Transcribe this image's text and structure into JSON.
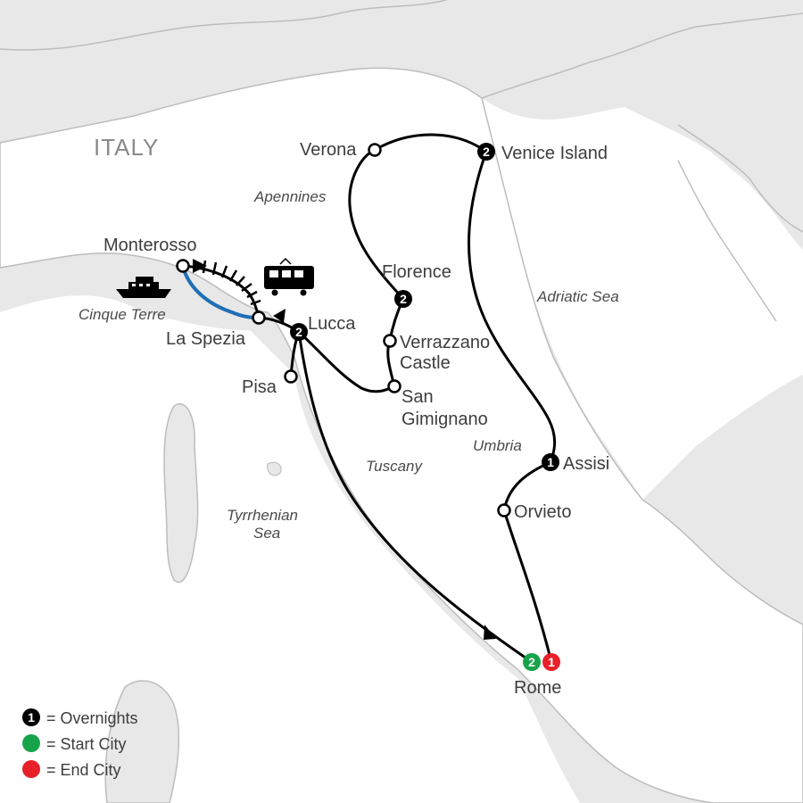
{
  "map": {
    "country_label": "ITALY",
    "regions": {
      "apennines": "Apennines",
      "adriatic": "Adriatic Sea",
      "umbria": "Umbria",
      "tuscany": "Tuscany",
      "tyrrhenian_1": "Tyrrhenian",
      "tyrrhenian_2": "Sea",
      "cinque_terre": "Cinque Terre"
    },
    "cities": {
      "verona": "Verona",
      "venice": "Venice Island",
      "monterosso": "Monterosso",
      "florence": "Florence",
      "lucca": "Lucca",
      "la_spezia": "La Spezia",
      "pisa": "Pisa",
      "verrazzano_1": "Verrazzano",
      "verrazzano_2": "Castle",
      "san_gimignano_1": "San",
      "san_gimignano_2": "Gimignano",
      "assisi": "Assisi",
      "orvieto": "Orvieto",
      "rome": "Rome"
    },
    "overnights": {
      "venice": "2",
      "florence": "2",
      "lucca": "2",
      "assisi": "1",
      "rome_start": "2",
      "rome_end": "1"
    },
    "colors": {
      "land": "#ffffff",
      "foreign": "#e8e8e8",
      "border": "#bdbdbd",
      "route": "#000000",
      "boat_route": "#1f6fb5",
      "start": "#17a34a",
      "end": "#e8202a"
    },
    "icons": [
      "boat-icon",
      "train-icon",
      "railway-track-icon",
      "direction-arrow-icon"
    ]
  },
  "legend": {
    "overnights_marker": "1",
    "overnights_label": "= Overnights",
    "start_label": "= Start City",
    "end_label": "= End City"
  }
}
